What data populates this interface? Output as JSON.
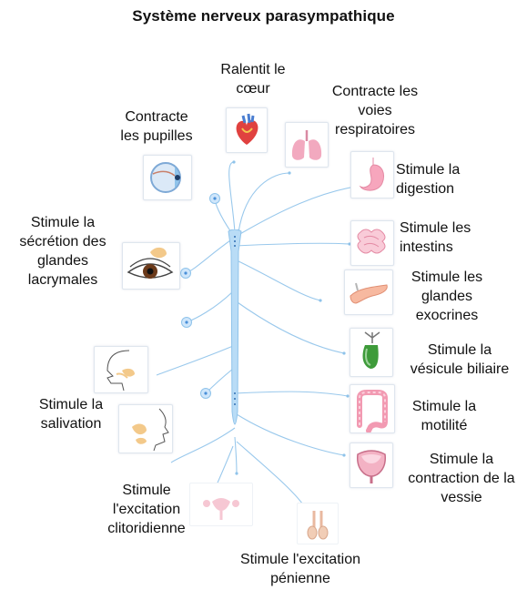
{
  "title": "Système nerveux parasympathique",
  "labels": {
    "coeur": [
      "Ralentit le",
      "cœur"
    ],
    "voies": [
      "Contracte les",
      "voies",
      "respiratoires"
    ],
    "pupilles": [
      "Contracte",
      "les pupilles"
    ],
    "digestion": [
      "Stimule la",
      "digestion"
    ],
    "lacrymales": [
      "Stimule la",
      "sécrétion des",
      "glandes",
      "lacrymales"
    ],
    "intestins": [
      "Stimule les",
      "intestins"
    ],
    "exocrines": [
      "Stimule les",
      "glandes",
      "exocrines"
    ],
    "vesicule": [
      "Stimule la",
      "vésicule biliaire"
    ],
    "salivation": [
      "Stimule la",
      "salivation"
    ],
    "motilite": [
      "Stimule la",
      "motilité"
    ],
    "vessie": [
      "Stimule la",
      "contraction de la",
      "vessie"
    ],
    "clitoridienne": [
      "Stimule",
      "l'excitation",
      "clitoridienne"
    ],
    "penienne": [
      "Stimule l'excitation",
      "pénienne"
    ]
  },
  "colors": {
    "nerve": "#8fc3ea",
    "spine": "#b9dcf6",
    "heart": "#e0413f",
    "lungs": "#f2a9bf",
    "stomach": "#f7a6bd",
    "eye_iris": "#6b3a1a",
    "gland": "#f3c98a",
    "gallbladder": "#3e9b3a",
    "bladder": "#f3b2c4"
  },
  "icons": {
    "heart": "heart-icon",
    "lungs": "lungs-icon",
    "eye_pupil": "eye-pupil-icon",
    "stomach": "stomach-icon",
    "eye_tear": "tear-gland-icon",
    "intestines": "intestines-icon",
    "pancreas": "pancreas-icon",
    "gallbladder": "gallbladder-icon",
    "salivary_head": "salivary-head-icon",
    "face_profile": "face-profile-icon",
    "colon": "colon-icon",
    "bladder": "bladder-icon",
    "female_organs": "female-organs-icon",
    "male_organs": "male-organs-icon"
  }
}
